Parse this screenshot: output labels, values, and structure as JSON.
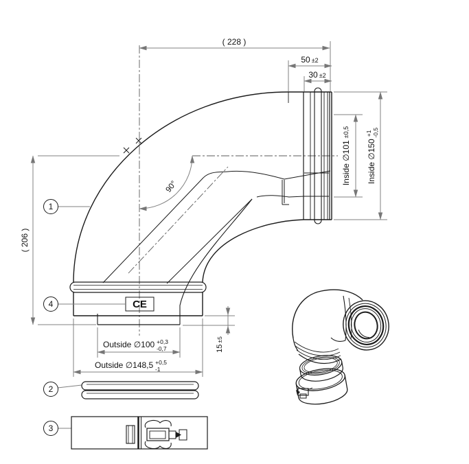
{
  "drawing": {
    "ce_mark": "CE",
    "balloons": [
      {
        "num": "1"
      },
      {
        "num": "4"
      },
      {
        "num": "2"
      },
      {
        "num": "3"
      }
    ],
    "dims": {
      "overall_width": "( 228 )",
      "overall_height": "( 206 )",
      "socket_depth": {
        "value": "50",
        "tol": "±2"
      },
      "bead_offset": {
        "value": "30",
        "tol": "±2"
      },
      "inside_inner_dia": {
        "label": "Inside ∅101",
        "tol": "±0,5"
      },
      "inside_outer_dia": {
        "label": "Inside ∅150",
        "tol_plus": "+1",
        "tol_minus": "-0,5"
      },
      "angle": "90°",
      "inner_pipe_protrusion": {
        "value": "15",
        "tol": "±5"
      },
      "outside_inner_dia": {
        "label": "Outside ∅100",
        "tol_plus": "+0,3",
        "tol_minus": "-0,7"
      },
      "outside_outer_dia": {
        "label": "Outside ∅148,5",
        "tol_plus": "+0,5",
        "tol_minus": "-1"
      }
    }
  }
}
